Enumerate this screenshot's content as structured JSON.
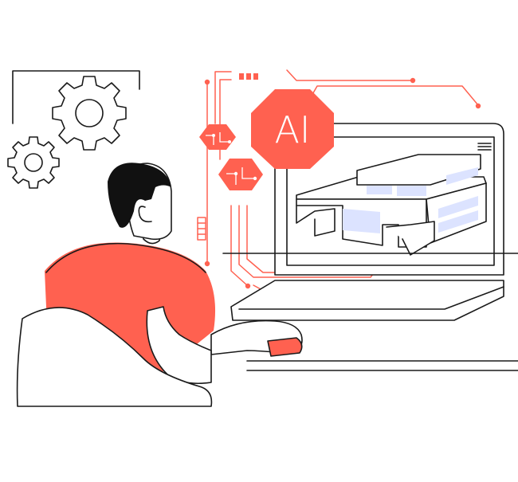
{
  "ai_badge": {
    "label": "AI"
  },
  "colors": {
    "accent": "#FF6150",
    "line": "#1A1A1A",
    "screen_tint": "#DCE3FF",
    "background": "#FFFFFF"
  },
  "icons": [
    "gear-icon",
    "chip-icon",
    "building-model",
    "menu-icon",
    "laptop",
    "person"
  ]
}
